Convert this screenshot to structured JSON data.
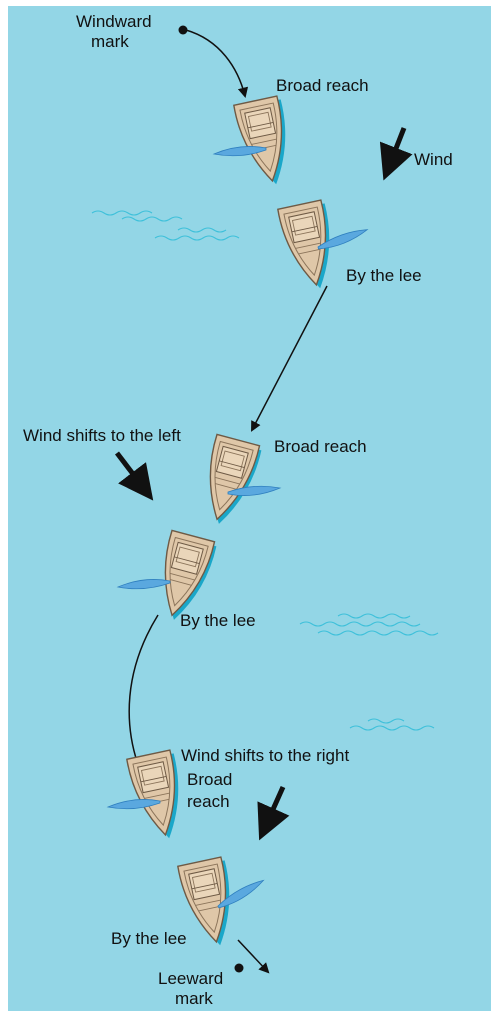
{
  "labels": {
    "windward_mark": [
      "Windward",
      "mark"
    ],
    "broad_reach_1": "Broad reach",
    "wind": "Wind",
    "by_the_lee_1": "By the lee",
    "wind_shift_left": "Wind shifts to the left",
    "broad_reach_2": "Broad reach",
    "by_the_lee_2": "By the lee",
    "wind_shift_right": "Wind shifts to the right",
    "broad_reach_3": [
      "Broad",
      "reach"
    ],
    "by_the_lee_3": "By the lee",
    "leeward_mark": [
      "Leeward",
      "mark"
    ]
  },
  "colors": {
    "water": "#93d6e6",
    "hull": "#dfc7a8",
    "hull_stroke": "#6e5a45",
    "keel": "#1aa7c9",
    "sail": "#5aa8df",
    "arrow": "#111111",
    "ripple": "#3ec0da"
  }
}
